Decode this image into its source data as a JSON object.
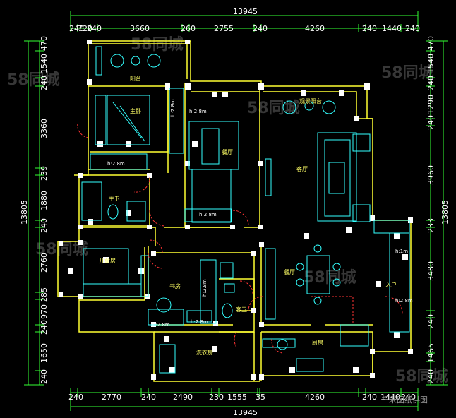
{
  "colors": {
    "background": "#000000",
    "wall": "#ffff33",
    "wall_fill": "#ffffff",
    "furniture": "#33ffff",
    "dimension": "#33ff33",
    "door": "#ff3333",
    "text": "#ffffff",
    "room_label": "#ffff66"
  },
  "dimensions": {
    "total_top": "13945",
    "total_bottom": "13945",
    "top": [
      "240",
      "720",
      "240",
      "3660",
      "260",
      "2755",
      "240",
      "4260",
      "240",
      "1440",
      "240"
    ],
    "bottom": [
      "240",
      "2770",
      "240",
      "2490",
      "230",
      "1555",
      "35",
      "4260",
      "240",
      "1440",
      "240"
    ],
    "total_left": "13805",
    "total_right": "13805",
    "left": [
      "470",
      "1540",
      "240",
      "3360",
      "239",
      "1880",
      "240",
      "2760",
      "285",
      "970",
      "240",
      "1650",
      "240"
    ],
    "right": [
      "470",
      "1540",
      "240",
      "1290",
      "240",
      "3960",
      "233",
      "3480",
      "240",
      "1465",
      "240"
    ]
  },
  "rooms": {
    "balcony_master": "阳台",
    "master_bedroom": "主卧",
    "master_bath": "主卫",
    "dining_room": "餐厅",
    "view_balcony": "观景阳台",
    "living_room": "客厅",
    "kids_room": "儿童房",
    "study": "书房",
    "guest_bath": "客卫",
    "dining": "餐厅",
    "entrance": "入户",
    "laundry": "洗衣房",
    "kitchen": "厨房"
  },
  "notes": {
    "cab_master": "h:2.8m",
    "cab_master_vertical": "h:2.8m",
    "cab_dining": "h:2.8m",
    "cab_bath": "h:2.8m",
    "cab_study": "h:2.8m",
    "cab_study2": "h:2.8m",
    "cab_entrance": "h:1m",
    "cab_entrance2": "h:2.8m",
    "cab_view": "h:2.8m"
  },
  "watermark": "58同城",
  "credit": "千米图纸供图"
}
